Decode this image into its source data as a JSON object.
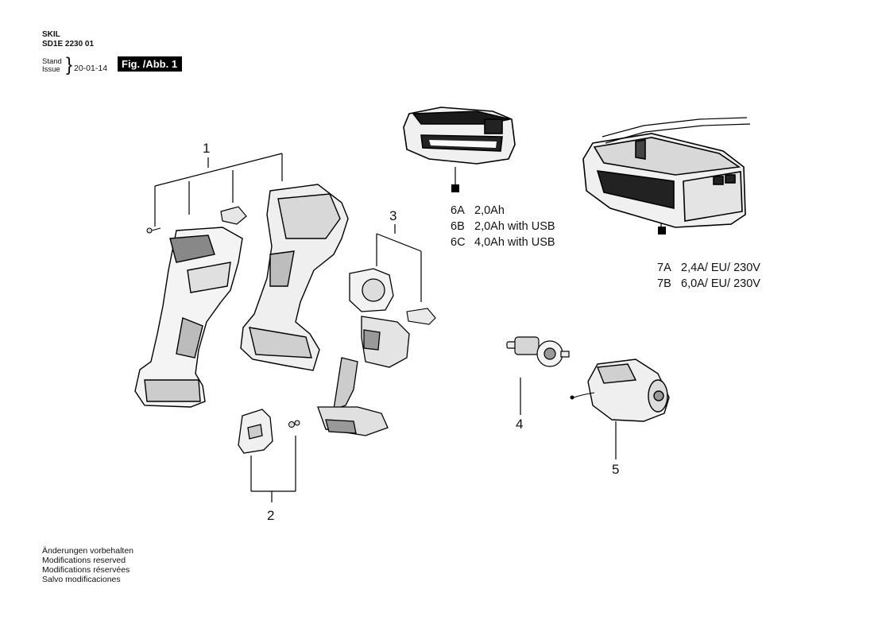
{
  "header": {
    "brand": "SKIL",
    "model": "SD1E 2230 01",
    "stand_label": "Stand",
    "issue_label": "Issue",
    "date": "20-01-14",
    "figure_label": "Fig. /Abb. 1"
  },
  "callouts": [
    "1",
    "2",
    "3",
    "4",
    "5"
  ],
  "battery_specs": [
    {
      "code": "6A",
      "desc": "2,0Ah"
    },
    {
      "code": "6B",
      "desc": "2,0Ah with USB"
    },
    {
      "code": "6C",
      "desc": "4,0Ah with USB"
    }
  ],
  "charger_specs": [
    {
      "code": "7A",
      "desc": "2,4A/ EU/ 230V"
    },
    {
      "code": "7B",
      "desc": "6,0A/ EU/ 230V"
    }
  ],
  "footer": [
    "Änderungen vorbehalten",
    "Modifications reserved",
    "Modifications réservées",
    "Salvo modificaciones"
  ]
}
